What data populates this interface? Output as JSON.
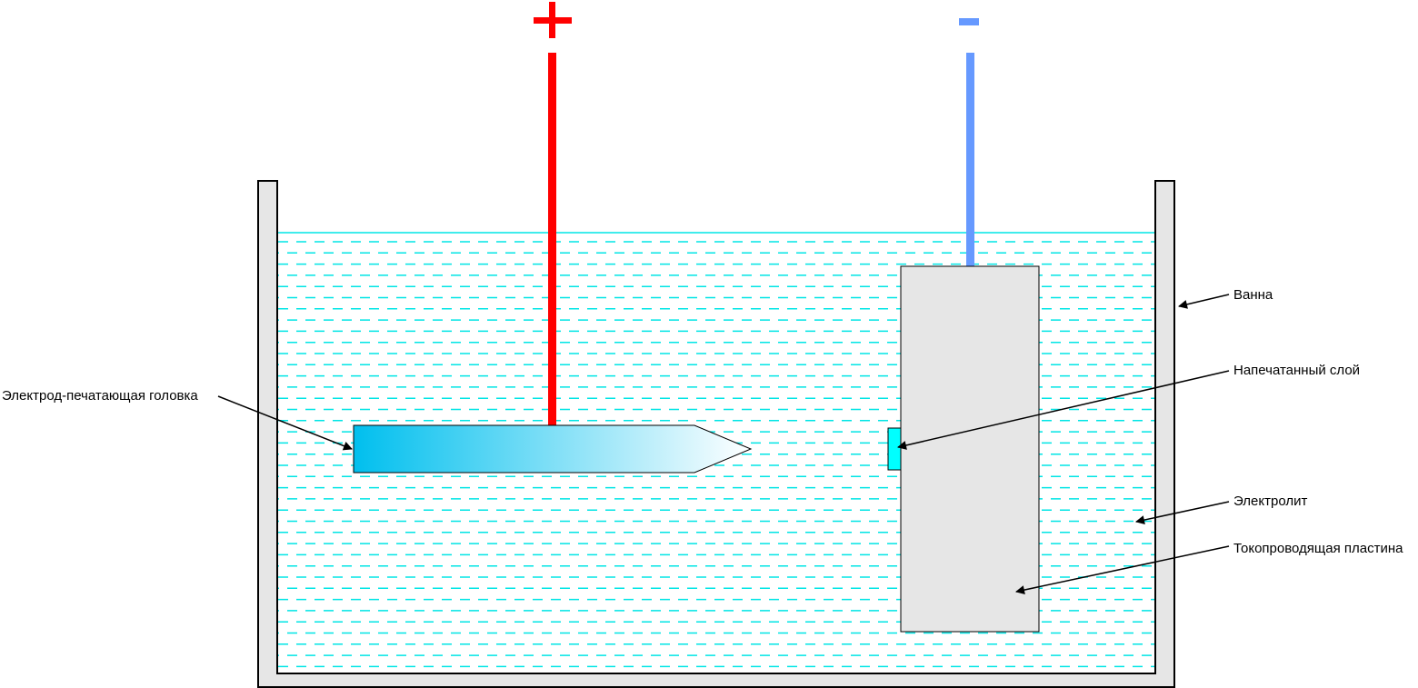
{
  "colors": {
    "positive": "#ff0000",
    "negative": "#6699ff",
    "electrolyte_dash": "#00e5e5",
    "tank_fill": "#e6e6e6",
    "plate_fill": "#e6e6e6",
    "printed_layer": "#00ffff",
    "electrode_gradient_start": "#00bfee",
    "electrode_gradient_end": "#ffffff"
  },
  "terminals": {
    "positive_sign": "+",
    "negative_sign": "-"
  },
  "labels": {
    "bath": "Ванна",
    "printed_layer": "Напечатанный слой",
    "electrode_head": "Электрод-печатающая головка",
    "electrolyte": "Электролит",
    "conductive_plate": "Токопроводящая пластина"
  }
}
